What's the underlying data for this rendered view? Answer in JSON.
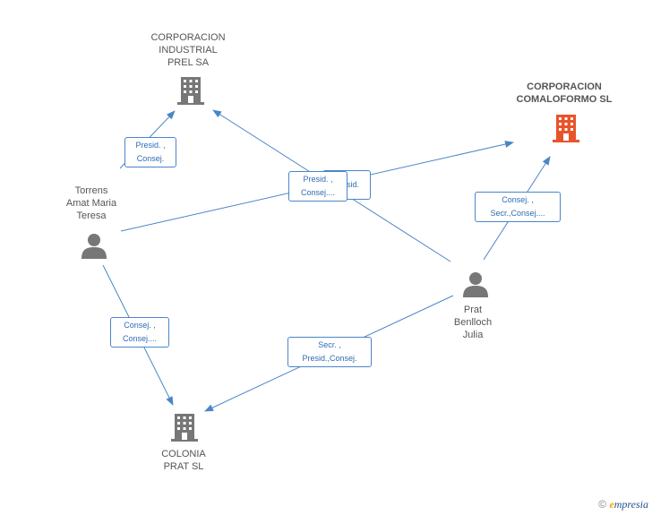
{
  "nodes": {
    "corp_industrial": {
      "label": "CORPORACION\nINDUSTRIAL\nPREL SA",
      "type": "company"
    },
    "corp_comaloformo": {
      "label": "CORPORACION\nCOMALOFORMO SL",
      "type": "company-highlight",
      "color": "#e8542a"
    },
    "colonia": {
      "label": "COLONIA\nPRAT SL",
      "type": "company"
    },
    "torrens": {
      "label": "Torrens\nAmat Maria\nTeresa",
      "type": "person"
    },
    "prat": {
      "label": "Prat\nBenlloch\nJulia",
      "type": "person"
    }
  },
  "edges": {
    "torrens_industrial": "Presid. ,\nConsej.",
    "prat_industrial": "Presid. ,\nConsej....",
    "torrens_comaloformo": "Presid.",
    "prat_comaloformo": "Consej. ,\nSecr.,Consej....",
    "torrens_colonia": "Consej. ,\nConsej....",
    "prat_colonia": "Secr. ,\nPresid.,Consej."
  },
  "colors": {
    "edge": "#4a86c8",
    "icon": "#777777",
    "highlight": "#e8542a"
  },
  "footer": {
    "copyright": "©",
    "brand_e": "e",
    "brand_rest": "mpresia"
  }
}
